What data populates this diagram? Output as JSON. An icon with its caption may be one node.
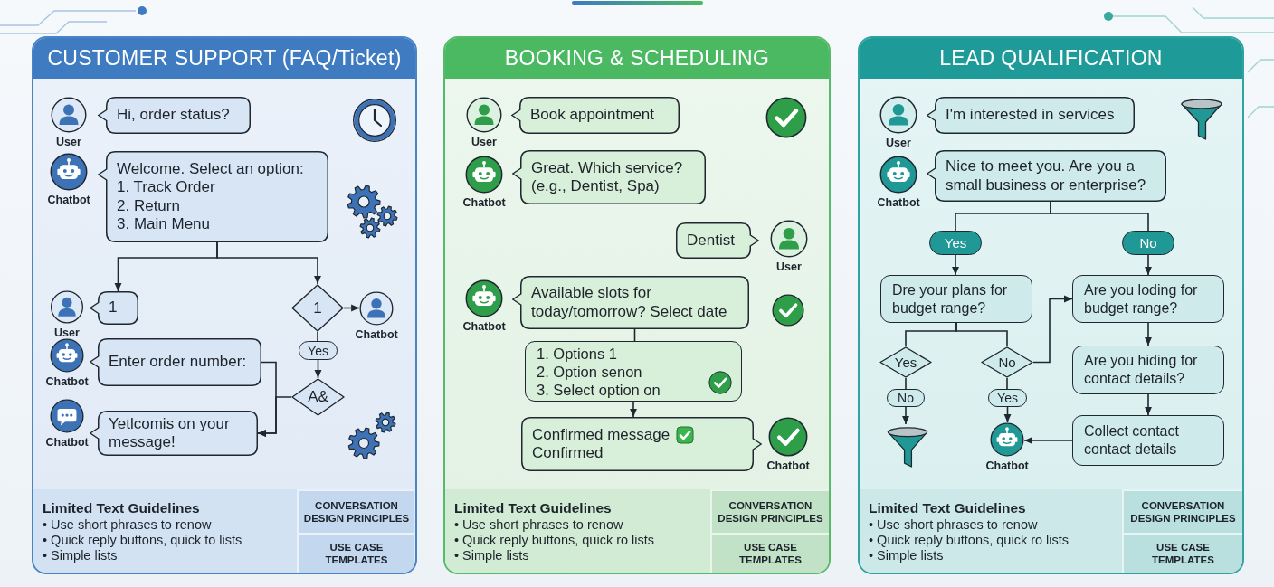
{
  "diagram": {
    "nodes": [
      {
        "text": [
          "CUSTOMER SUPPORT (FAQ/Ticket)"
        ]
      },
      {
        "text": [
          "User"
        ],
        "in": 0
      },
      {
        "text": [
          "Hi, order status?"
        ],
        "in": 0
      },
      {
        "text": [
          "Chatbot"
        ],
        "in": 0
      },
      {
        "text": [
          "Welcome. Select an option:",
          "1. Track Order",
          "2. Return",
          "3. Main Menu"
        ],
        "in": 0
      },
      {
        "text": [
          "User"
        ],
        "in": 0
      },
      {
        "text": [
          "1"
        ],
        "in": 0
      },
      {
        "text": [
          "1"
        ],
        "in": 0
      },
      {
        "text": [
          "Chatbot"
        ],
        "in": 0
      },
      {
        "text": [
          "Chatbot"
        ],
        "in": 0
      },
      {
        "text": [
          "Enter order number:"
        ],
        "in": 0
      },
      {
        "text": [
          "Yes"
        ],
        "in": 0
      },
      {
        "text": [
          "A&"
        ],
        "in": 0
      },
      {
        "text": [
          "Chatbot"
        ],
        "in": 0
      },
      {
        "text": [
          "Yetlcomis on your message!"
        ],
        "in": 0
      },
      {
        "text": [
          "Limited Text Guidelines",
          "• Use short phrases to renow",
          "• Quick reply buttons, quick to lists",
          "• Simple lists"
        ],
        "in": 0
      },
      {
        "text": [
          "CONVERSATION DESIGN PRINCIPLES"
        ],
        "in": 15
      },
      {
        "text": [
          "USE CASE TEMPLATES"
        ],
        "in": 15
      },
      {
        "text": [
          "BOOKING & SCHEDULING"
        ]
      },
      {
        "text": [
          "User"
        ],
        "in": 18
      },
      {
        "text": [
          "Book appointment"
        ],
        "in": 18
      },
      {
        "text": [
          "Chatbot"
        ],
        "in": 18
      },
      {
        "text": [
          "Great. Which service? (e.g., Dentist, Spa)"
        ],
        "in": 18
      },
      {
        "text": [
          "Dentist"
        ],
        "in": 18
      },
      {
        "text": [
          "User"
        ],
        "in": 18
      },
      {
        "text": [
          "Chatbot"
        ],
        "in": 18
      },
      {
        "text": [
          "Available slots for today/tomorrow? Select date"
        ],
        "in": 18
      },
      {
        "text": [
          "1. Options 1",
          "2. Option senon",
          "3. Select option on"
        ],
        "in": 18
      },
      {
        "text": [
          "Confirmed message",
          "Confirmed"
        ],
        "in": 18
      },
      {
        "text": [
          "Chatbot"
        ],
        "in": 18
      },
      {
        "text": [
          "Limited Text Guidelines",
          "• Use short phrases to renow",
          "• Quick reply buttons, quick ro lists",
          "• Simple lists"
        ],
        "in": 18
      },
      {
        "text": [
          "CONVERSATION DESIGN PRINCIPLES"
        ],
        "in": 30
      },
      {
        "text": [
          "USE CASE TEMPLATES"
        ],
        "in": 30
      },
      {
        "text": [
          "LEAD QUALIFICATION"
        ]
      },
      {
        "text": [
          "User"
        ],
        "in": 33
      },
      {
        "text": [
          "I'm interested in services"
        ],
        "in": 33
      },
      {
        "text": [
          "Chatbot"
        ],
        "in": 33
      },
      {
        "text": [
          "Nice to meet you. Are you a small business or enterprise?"
        ],
        "in": 33
      },
      {
        "text": [
          "Yes"
        ],
        "in": 33
      },
      {
        "text": [
          "No"
        ],
        "in": 33
      },
      {
        "text": [
          "Dre your plans for budget range?"
        ],
        "in": 33
      },
      {
        "text": [
          "Are you loding for budget range?"
        ],
        "in": 33
      },
      {
        "text": [
          "Yes"
        ],
        "in": 33
      },
      {
        "text": [
          "No"
        ],
        "in": 33
      },
      {
        "text": [
          "Are you hiding for contact details?"
        ],
        "in": 33
      },
      {
        "text": [
          "No"
        ],
        "in": 33
      },
      {
        "text": [
          "Yes"
        ],
        "in": 33
      },
      {
        "text": [],
        "shape": "funnel",
        "in": 33
      },
      {
        "text": [
          "Chatbot"
        ],
        "in": 33
      },
      {
        "text": [
          "Collect contact contact details"
        ],
        "in": 33
      },
      {
        "text": [
          "Limited Text Guidelines",
          "• Use short phrases to renow",
          "• Quick reply buttons, quick ro lists",
          "• Simple lists"
        ],
        "in": 33
      },
      {
        "text": [
          "CONVERSATION DESIGN PRINCIPLES"
        ],
        "in": 50
      },
      {
        "text": [
          "USE CASE TEMPLATES"
        ],
        "in": 50
      }
    ],
    "edges": [
      {
        "from": 4,
        "to": 6,
        "arrow": "to"
      },
      {
        "from": 4,
        "to": 7,
        "arrow": "to"
      },
      {
        "from": 7,
        "to": 8,
        "arrow": "to"
      },
      {
        "from": 7,
        "to": 11,
        "arrow": "none"
      },
      {
        "from": 11,
        "to": 12,
        "arrow": "to"
      },
      {
        "from": 10,
        "to": 14,
        "arrow": "to"
      },
      {
        "from": 12,
        "to": 14,
        "arrow": "to"
      },
      {
        "from": 26,
        "to": 27,
        "arrow": "none"
      },
      {
        "from": 27,
        "to": 28,
        "arrow": "to"
      },
      {
        "from": 37,
        "to": 38,
        "arrow": "none"
      },
      {
        "from": 37,
        "to": 39,
        "arrow": "none"
      },
      {
        "from": 38,
        "to": 40,
        "arrow": "to"
      },
      {
        "from": 39,
        "to": 41,
        "arrow": "to"
      },
      {
        "from": 40,
        "to": 42,
        "arrow": "none"
      },
      {
        "from": 40,
        "to": 43,
        "arrow": "none"
      },
      {
        "from": 43,
        "to": 41,
        "arrow": "to"
      },
      {
        "from": 41,
        "to": 44,
        "arrow": "to"
      },
      {
        "from": 44,
        "to": 49,
        "arrow": "to"
      },
      {
        "from": 42,
        "to": 45,
        "arrow": "none"
      },
      {
        "from": 45,
        "to": 47,
        "arrow": "to"
      },
      {
        "from": 43,
        "to": 46,
        "arrow": "none"
      },
      {
        "from": 46,
        "to": 48,
        "arrow": "to"
      },
      {
        "from": 49,
        "to": 48,
        "arrow": "to"
      }
    ]
  }
}
